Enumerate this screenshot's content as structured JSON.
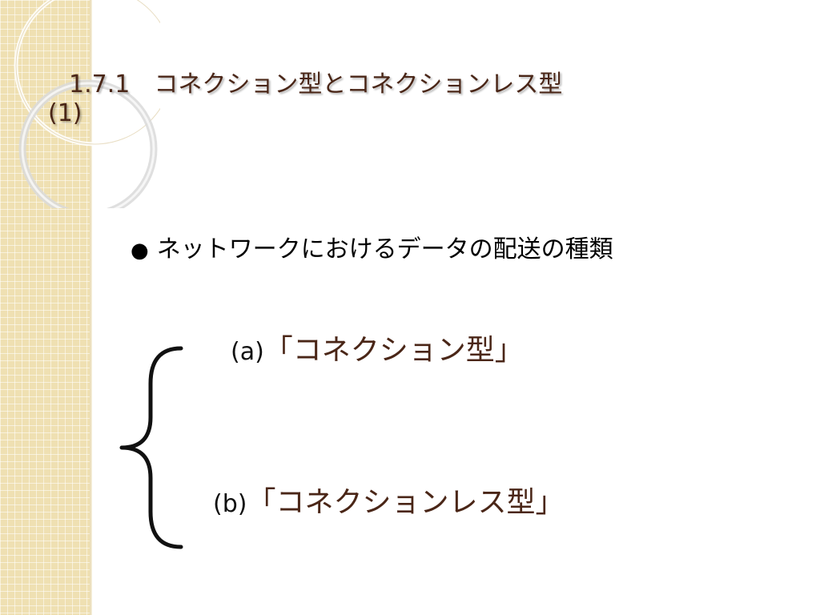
{
  "slide": {
    "title_line1": "1.7.1　コネクション型とコネクションレス型",
    "title_line2": "(1)",
    "bullet": {
      "icon": "black-circle-icon",
      "text": "ネットワークにおけるデータの配送の種類"
    },
    "options": [
      {
        "label": "(a)",
        "text": "「コネクション型」"
      },
      {
        "label": "(b)",
        "text": "「コネクションレス型」"
      }
    ]
  },
  "colors": {
    "title": "#4a2617",
    "accent_text": "#4a2617",
    "side_strip": "#efe0b2"
  }
}
